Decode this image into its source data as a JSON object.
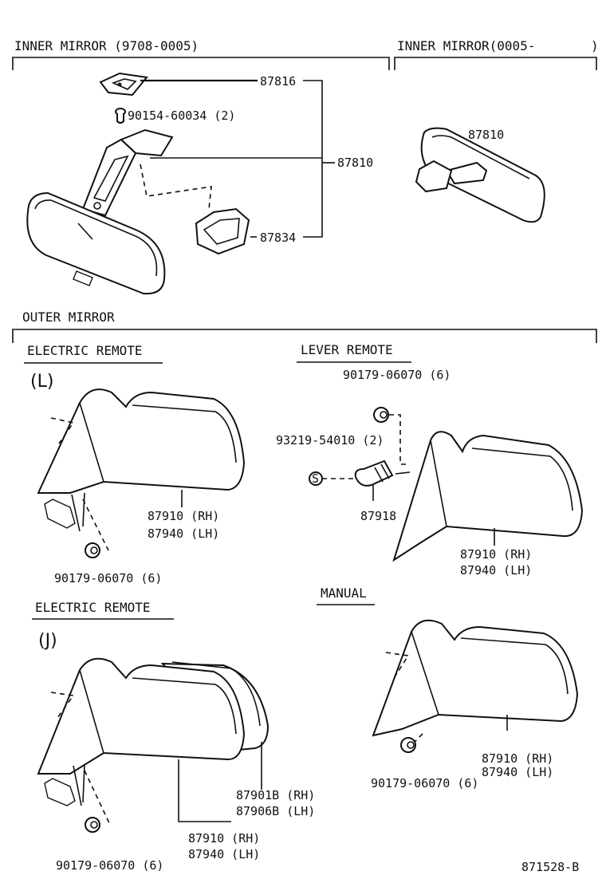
{
  "sections": {
    "inner_mirror_1": "INNER MIRROR (9708-0005)",
    "inner_mirror_2_left": "INNER MIRROR(0005-",
    "inner_mirror_2_right": ")",
    "outer_mirror": "OUTER MIRROR",
    "electric_remote_l": "ELECTRIC REMOTE",
    "variant_l": "(L)",
    "lever_remote": "LEVER REMOTE",
    "electric_remote_j": "ELECTRIC REMOTE",
    "variant_j": "(J)",
    "manual": "MANUAL"
  },
  "labels": {
    "p87816": "87816",
    "p90154": "90154-60034 (2)",
    "p87810_a": "87810",
    "p87834": "87834",
    "p87810_b": "87810",
    "el_rh": "87910 (RH)",
    "el_lh": "87940 (LH)",
    "el_bolt": "90179-06070 (6)",
    "lv_bolt": "90179-06070 (6)",
    "lv_screw": "93219-54010 (2)",
    "lv_lever": "87918",
    "lv_rh": "87910 (RH)",
    "lv_lh": "87940 (LH)",
    "ej_rh_b": "87901B (RH)",
    "ej_lh_b": "87906B (LH)",
    "ej_rh": "87910 (RH)",
    "ej_lh": "87940 (LH)",
    "ej_bolt": "90179-06070 (6)",
    "mn_rh": "87910 (RH)",
    "mn_lh": "87940 (LH)",
    "mn_bolt": "90179-06070 (6)"
  },
  "footer": {
    "code": "871528-B"
  }
}
